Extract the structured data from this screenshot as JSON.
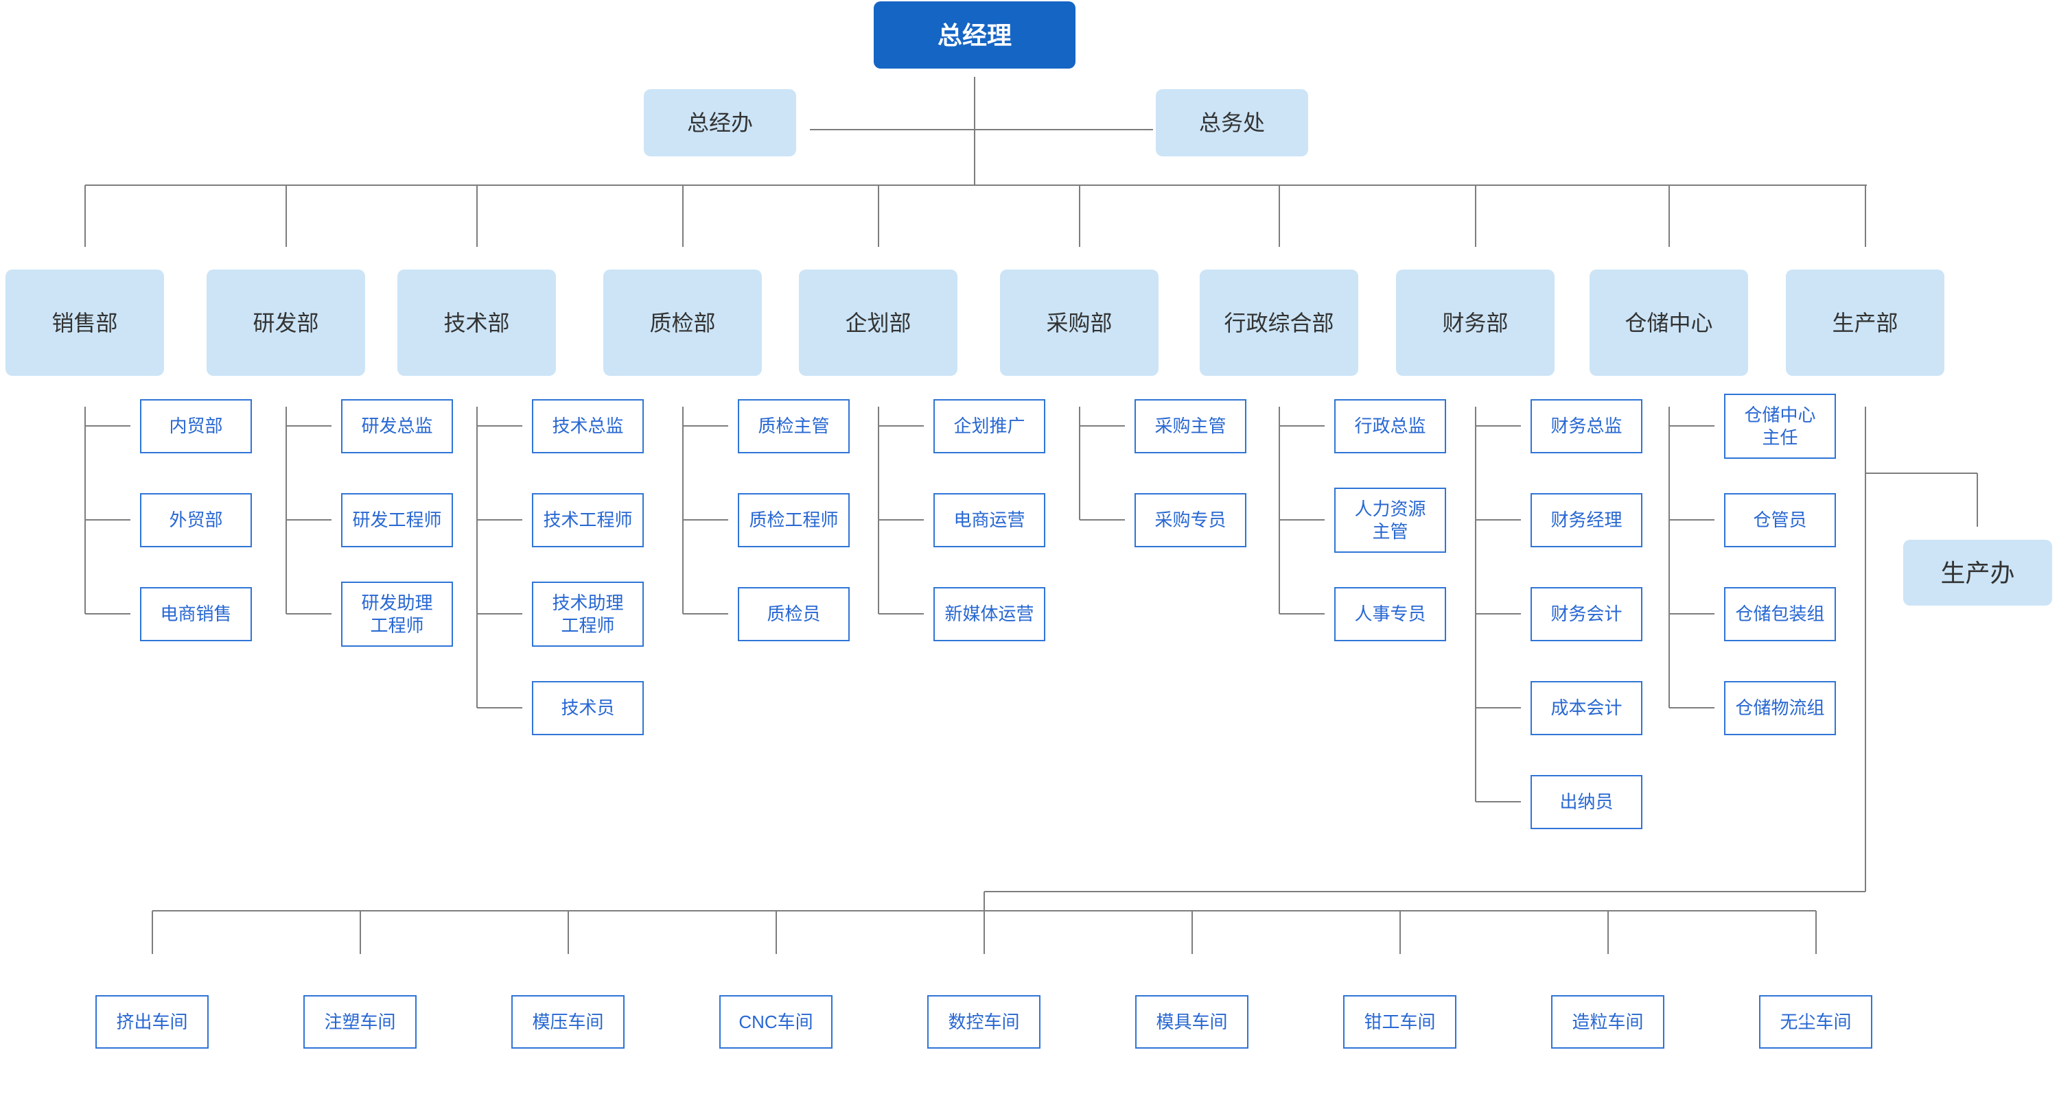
{
  "org": {
    "root": {
      "label": "总经理"
    },
    "offices": [
      {
        "label": "总经办"
      },
      {
        "label": "总务处"
      }
    ],
    "departments": [
      {
        "label": "销售部",
        "positions": [
          "内贸部",
          "外贸部",
          "电商销售"
        ]
      },
      {
        "label": "研发部",
        "positions": [
          "研发总监",
          "研发工程师",
          "研发助理\n工程师"
        ]
      },
      {
        "label": "技术部",
        "positions": [
          "技术总监",
          "技术工程师",
          "技术助理\n工程师",
          "技术员"
        ]
      },
      {
        "label": "质检部",
        "positions": [
          "质检主管",
          "质检工程师",
          "质检员"
        ]
      },
      {
        "label": "企划部",
        "positions": [
          "企划推广",
          "电商运营",
          "新媒体运营"
        ]
      },
      {
        "label": "采购部",
        "positions": [
          "采购主管",
          "采购专员"
        ]
      },
      {
        "label": "行政综合部",
        "positions": [
          "行政总监",
          "人力资源\n主管",
          "人事专员"
        ]
      },
      {
        "label": "财务部",
        "positions": [
          "财务总监",
          "财务经理",
          "财务会计",
          "成本会计",
          "出纳员"
        ]
      },
      {
        "label": "仓储中心",
        "positions": [
          "仓储中心\n主任",
          "仓管员",
          "仓储包装组",
          "仓储物流组"
        ]
      },
      {
        "label": "生产部",
        "positions": []
      }
    ],
    "production_office": {
      "label": "生产办"
    },
    "workshops": [
      "挤出车间",
      "注塑车间",
      "模压车间",
      "CNC车间",
      "数控车间",
      "模具车间",
      "钳工车间",
      "造粒车间",
      "无尘车间"
    ],
    "colors": {
      "primary": "#1565c4",
      "light_fill": "#cce4f6",
      "node_border": "#2f75d6",
      "node_text": "#2767d2",
      "line": "#7d7d7d",
      "dark_text": "#333333"
    },
    "layout": {
      "dept_centers": [
        124,
        417,
        695,
        995,
        1280,
        1573,
        1864,
        2150,
        2432,
        2718
      ],
      "workshop_centers": [
        222,
        525,
        828,
        1131,
        1434,
        1737,
        2040,
        2343,
        2646
      ],
      "row_centers": [
        621,
        758,
        895,
        1032,
        1169
      ]
    }
  }
}
